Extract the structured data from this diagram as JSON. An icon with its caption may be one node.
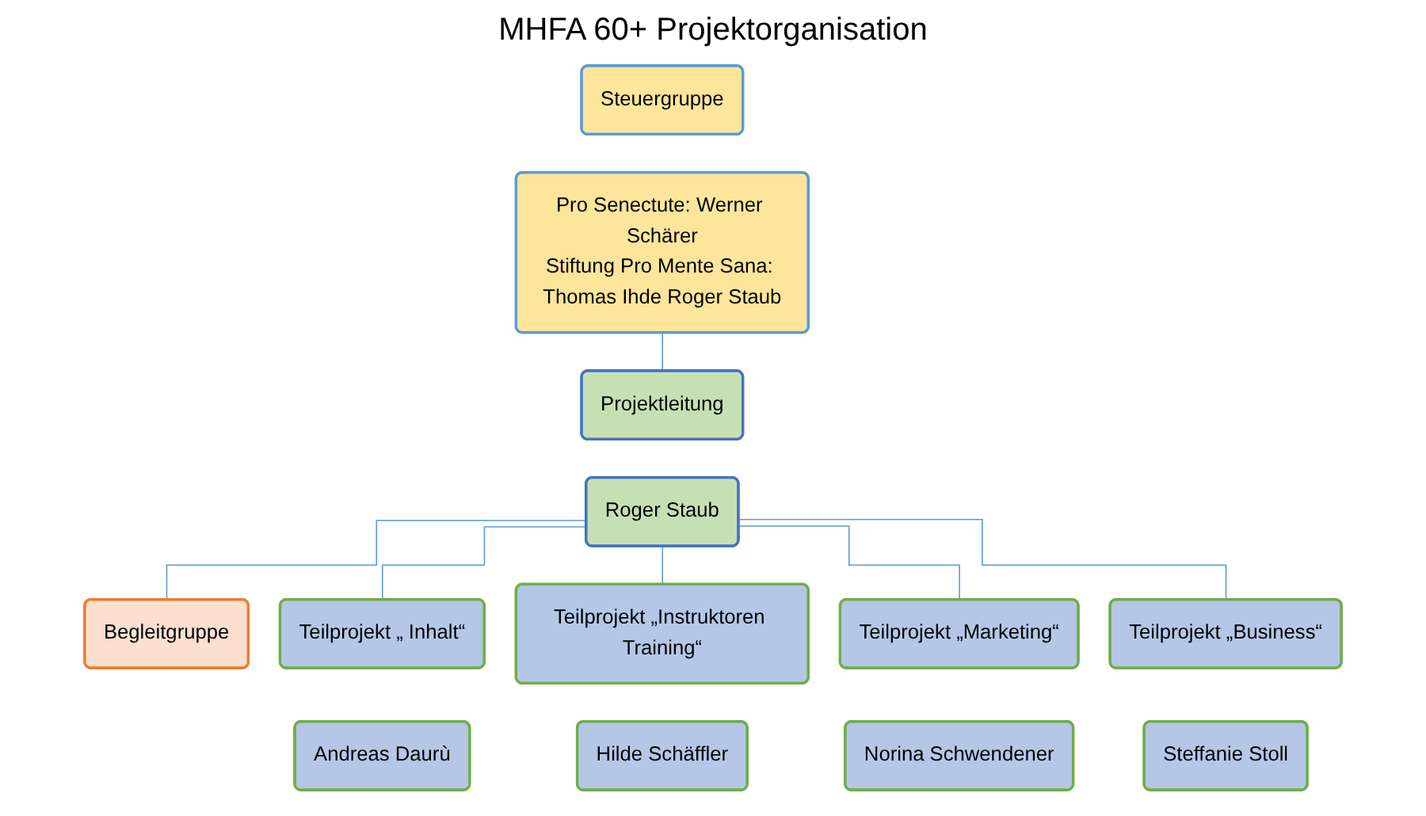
{
  "diagram": {
    "title": "MHFA 60+ Projektorganisation",
    "nodes": [
      {
        "text": [
          "Steuergruppe"
        ]
      },
      {
        "text": [
          "Pro Senectute: Werner Schärer",
          "Stiftung Pro Mente Sana: Thomas Ihde Roger Staub"
        ]
      },
      {
        "text": [
          "Projektleitung"
        ]
      },
      {
        "text": [
          "Roger Staub"
        ]
      },
      {
        "text": [
          "Begleitgruppe"
        ]
      },
      {
        "text": [
          "Teilprojekt „ Inhalt“"
        ]
      },
      {
        "text": [
          "Teilprojekt „Instruktoren Training“"
        ]
      },
      {
        "text": [
          "Teilprojekt „Marketing“"
        ]
      },
      {
        "text": [
          "Teilprojekt „Business“"
        ]
      },
      {
        "text": [
          "Andreas Daurù"
        ]
      },
      {
        "text": [
          "Hilde Schäffler"
        ]
      },
      {
        "text": [
          "Norina Schwendener"
        ]
      },
      {
        "text": [
          "Steffanie Stoll"
        ]
      }
    ],
    "edges": [
      {
        "from": 1,
        "to": 2,
        "arrow": "none"
      },
      {
        "from": 3,
        "to": 4,
        "arrow": "none"
      },
      {
        "from": 3,
        "to": 5,
        "arrow": "none"
      },
      {
        "from": 3,
        "to": 6,
        "arrow": "none"
      },
      {
        "from": 3,
        "to": 7,
        "arrow": "none"
      },
      {
        "from": 3,
        "to": 8,
        "arrow": "none"
      }
    ]
  }
}
